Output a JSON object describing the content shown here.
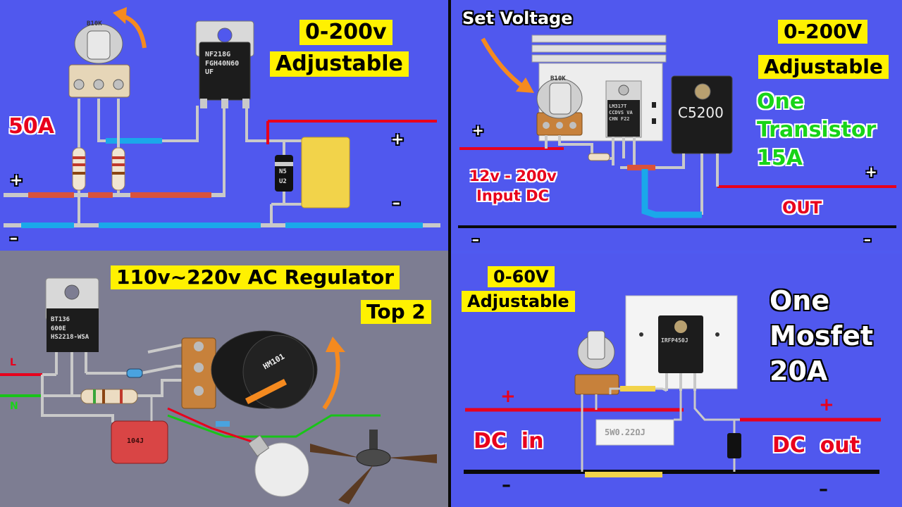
{
  "colors": {
    "panel_blue": "#5058ee",
    "panel_gray": "#7d7d92",
    "label_yellow": "#fff100",
    "wire_red": "#e8001c",
    "wire_blue": "#1aa8ea",
    "arrow_orange": "#f58a1f"
  },
  "top_left": {
    "title_range": "0-200v",
    "title_word": "Adjustable",
    "current": "50A",
    "plus_left": "+",
    "plus_right": "+",
    "minus_left": "–",
    "minus_right": "–",
    "pot_marking": "B10K",
    "transistor_marking": [
      "NF218G",
      "FGH40N60",
      "UF"
    ],
    "diode_marking": "N5",
    "diode_marking2": "U2"
  },
  "top_right": {
    "set_voltage": "Set Voltage",
    "title_range": "0-200V",
    "title_word": "Adjustable",
    "one": "One",
    "transistor": "Transistor",
    "current": "15A",
    "input_range": "12v - 200v",
    "input_dc": "Input DC",
    "out": "OUT",
    "plus_left": "+",
    "plus_right": "+",
    "minus_left": "–",
    "minus_right": "–",
    "pot_marking": "B10K",
    "regulator_marking": [
      "LM317T",
      "CCDVS VA",
      "CHN F22"
    ],
    "transistor_marking": "C5200"
  },
  "bottom_left": {
    "title": "110v~220v AC Regulator",
    "subtitle": "Top 2",
    "line_l": "L",
    "line_n": "N",
    "triac_marking": [
      "BT136",
      "600E",
      "HS2218-WSA"
    ],
    "knob_marking": "HM101",
    "capacitor_marking": "104J"
  },
  "bottom_right": {
    "title_range": "0-60V",
    "title_word": "Adjustable",
    "one": "One",
    "mosfet": "Mosfet",
    "current": "20A",
    "dc_in": "DC  in",
    "dc_out": "DC  out",
    "plus_left": "+",
    "plus_right": "+",
    "minus_left": "–",
    "minus_right": "–",
    "resistor_marking": "5W0.22ΩJ",
    "mosfet_marking": "IRFP450J"
  }
}
